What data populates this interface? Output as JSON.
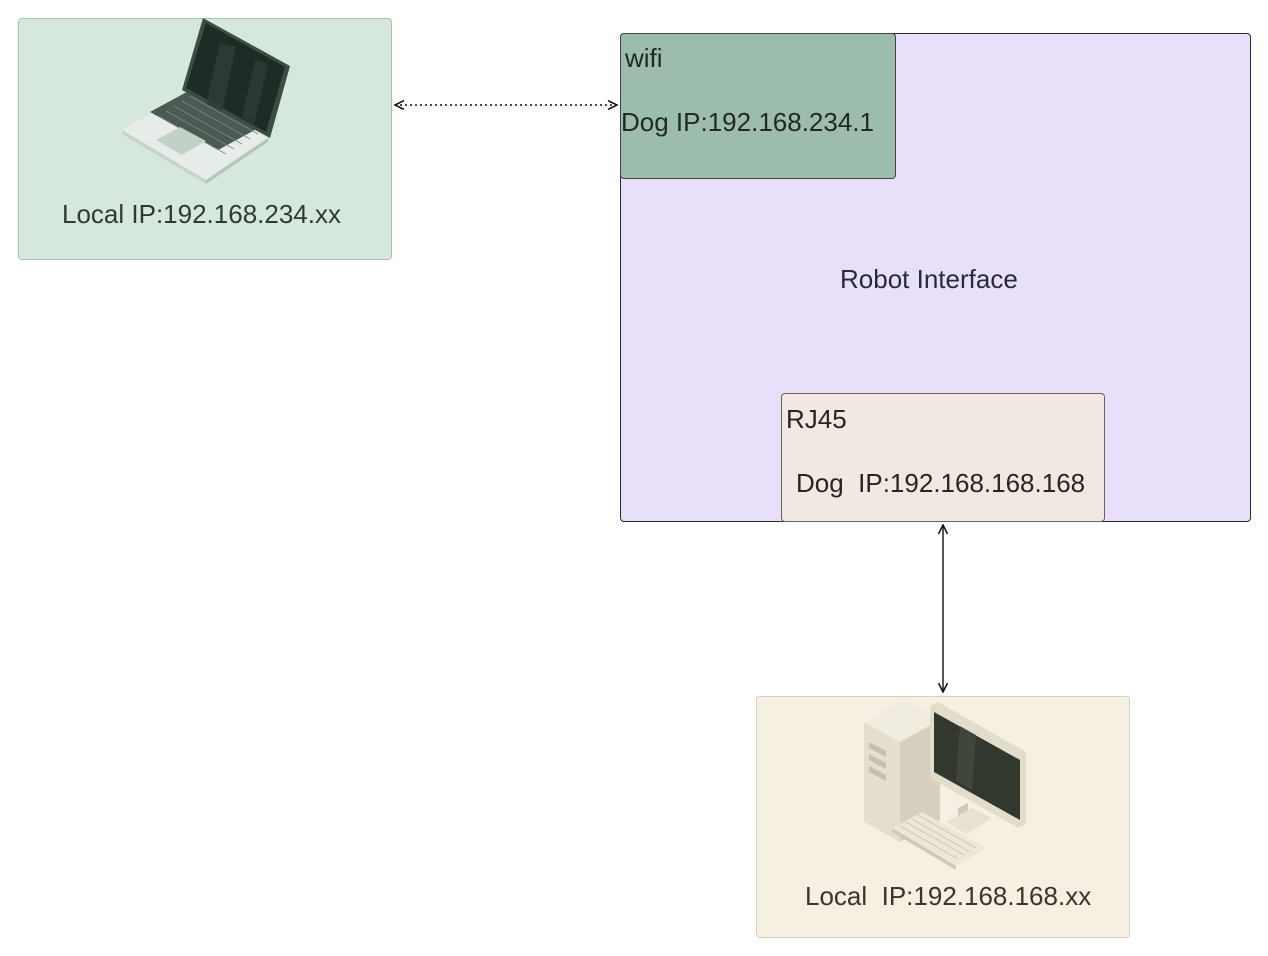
{
  "nodes": {
    "laptop": {
      "label": "Local IP:192.168.234.xx",
      "icon": "laptop-icon",
      "fill": "#d6e8dc"
    },
    "robot": {
      "label": "Robot Interface",
      "fill": "#e8e0fb"
    },
    "wifi": {
      "title": "wifi",
      "ip": "Dog IP:192.168.234.1",
      "fill": "#9cbcac"
    },
    "rj45": {
      "title": "RJ45",
      "ip": "Dog  IP:192.168.168.168",
      "fill": "#f2e8e3"
    },
    "desktop": {
      "label": "Local  IP:192.168.168.xx",
      "icon": "desktop-computer-icon",
      "fill": "#f6f0e3"
    }
  },
  "edges": [
    {
      "from": "laptop",
      "to": "wifi",
      "style": "dotted",
      "arrows": "both"
    },
    {
      "from": "rj45",
      "to": "desktop",
      "style": "solid",
      "arrows": "both"
    }
  ]
}
